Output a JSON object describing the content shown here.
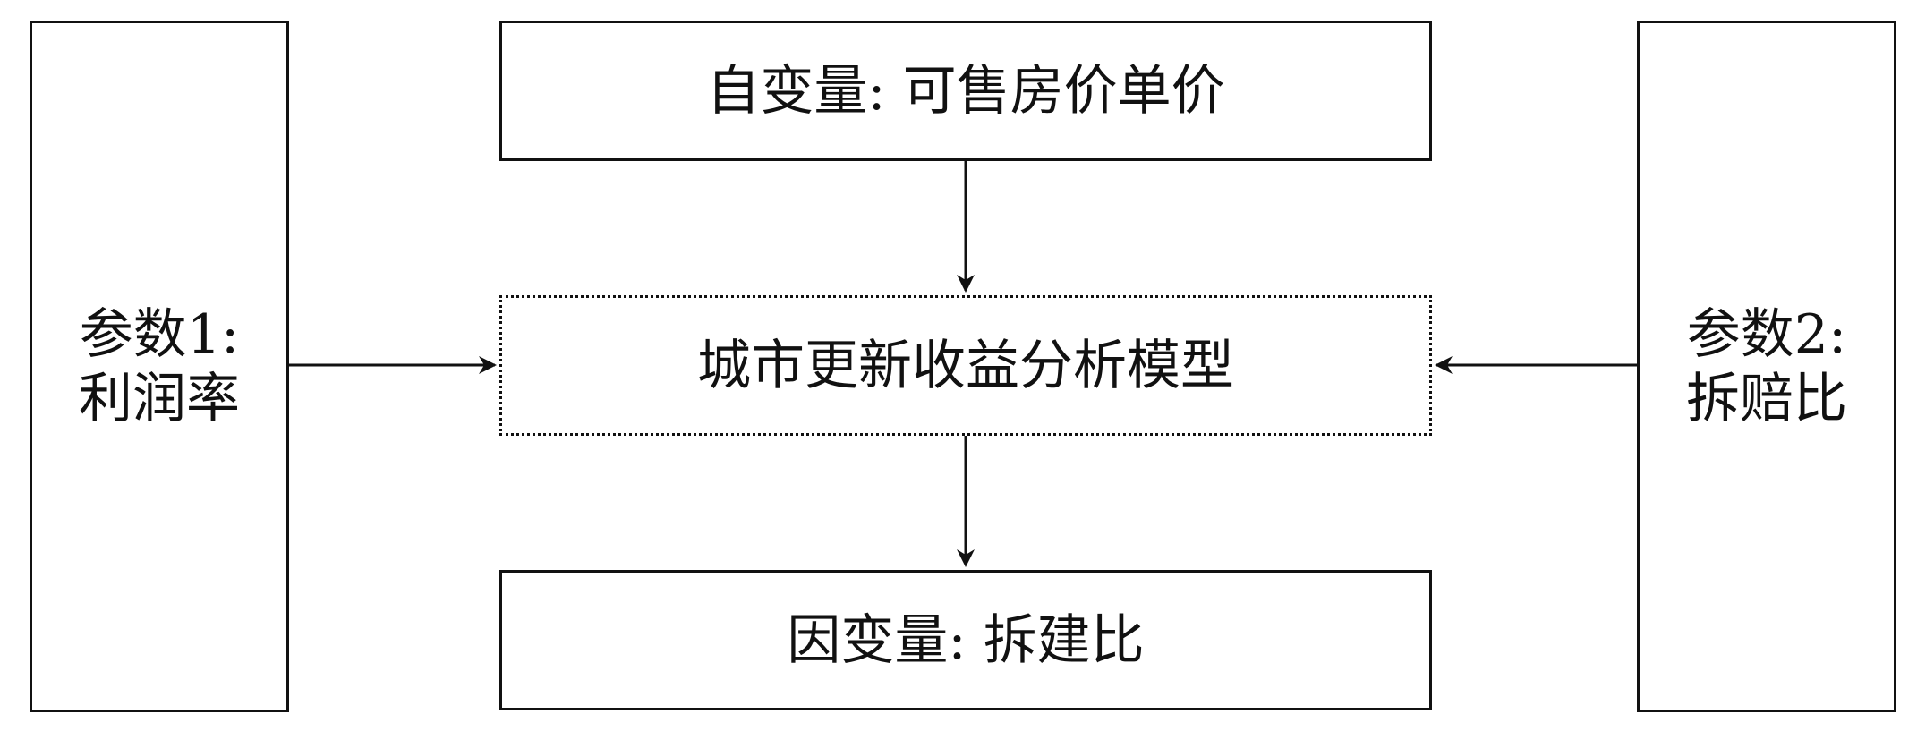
{
  "diagram": {
    "input": {
      "label": "自变量: 可售房价单价"
    },
    "model": {
      "label": "城市更新收益分析模型"
    },
    "output": {
      "label": "因变量: 拆建比"
    },
    "param_left": {
      "line1": "参数1:",
      "line2": "利润率"
    },
    "param_right": {
      "line1": "参数2:",
      "line2": "拆赔比"
    }
  }
}
